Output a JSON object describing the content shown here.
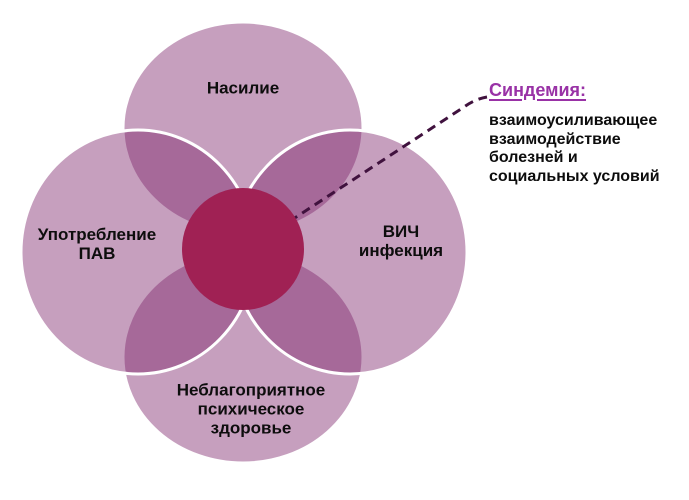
{
  "diagram": {
    "type": "venn-flower",
    "background": "#ffffff",
    "circles": [
      {
        "id": "violence",
        "label": "Насилие"
      },
      {
        "id": "substance-use",
        "label": "Употребление\nПАВ"
      },
      {
        "id": "hiv-infection",
        "label": "ВИЧ\nинфекция"
      },
      {
        "id": "mental-health",
        "label": "Неблагоприятное\nпсихическое\nздоровье"
      }
    ],
    "callout": {
      "title": "Синдемия:",
      "description": "взаимоусиливающее\nвзаимодействие\nболезней и\nсоциальных условий"
    },
    "colors": {
      "petal_fill": "#7e246b",
      "petal_opacity": "0.44",
      "petal_outline": "#ffffff",
      "center_circle": "#a02154",
      "dashed_line": "#40123e",
      "callout_title": "#9932a6",
      "label_text": "#0d0d0d"
    }
  }
}
